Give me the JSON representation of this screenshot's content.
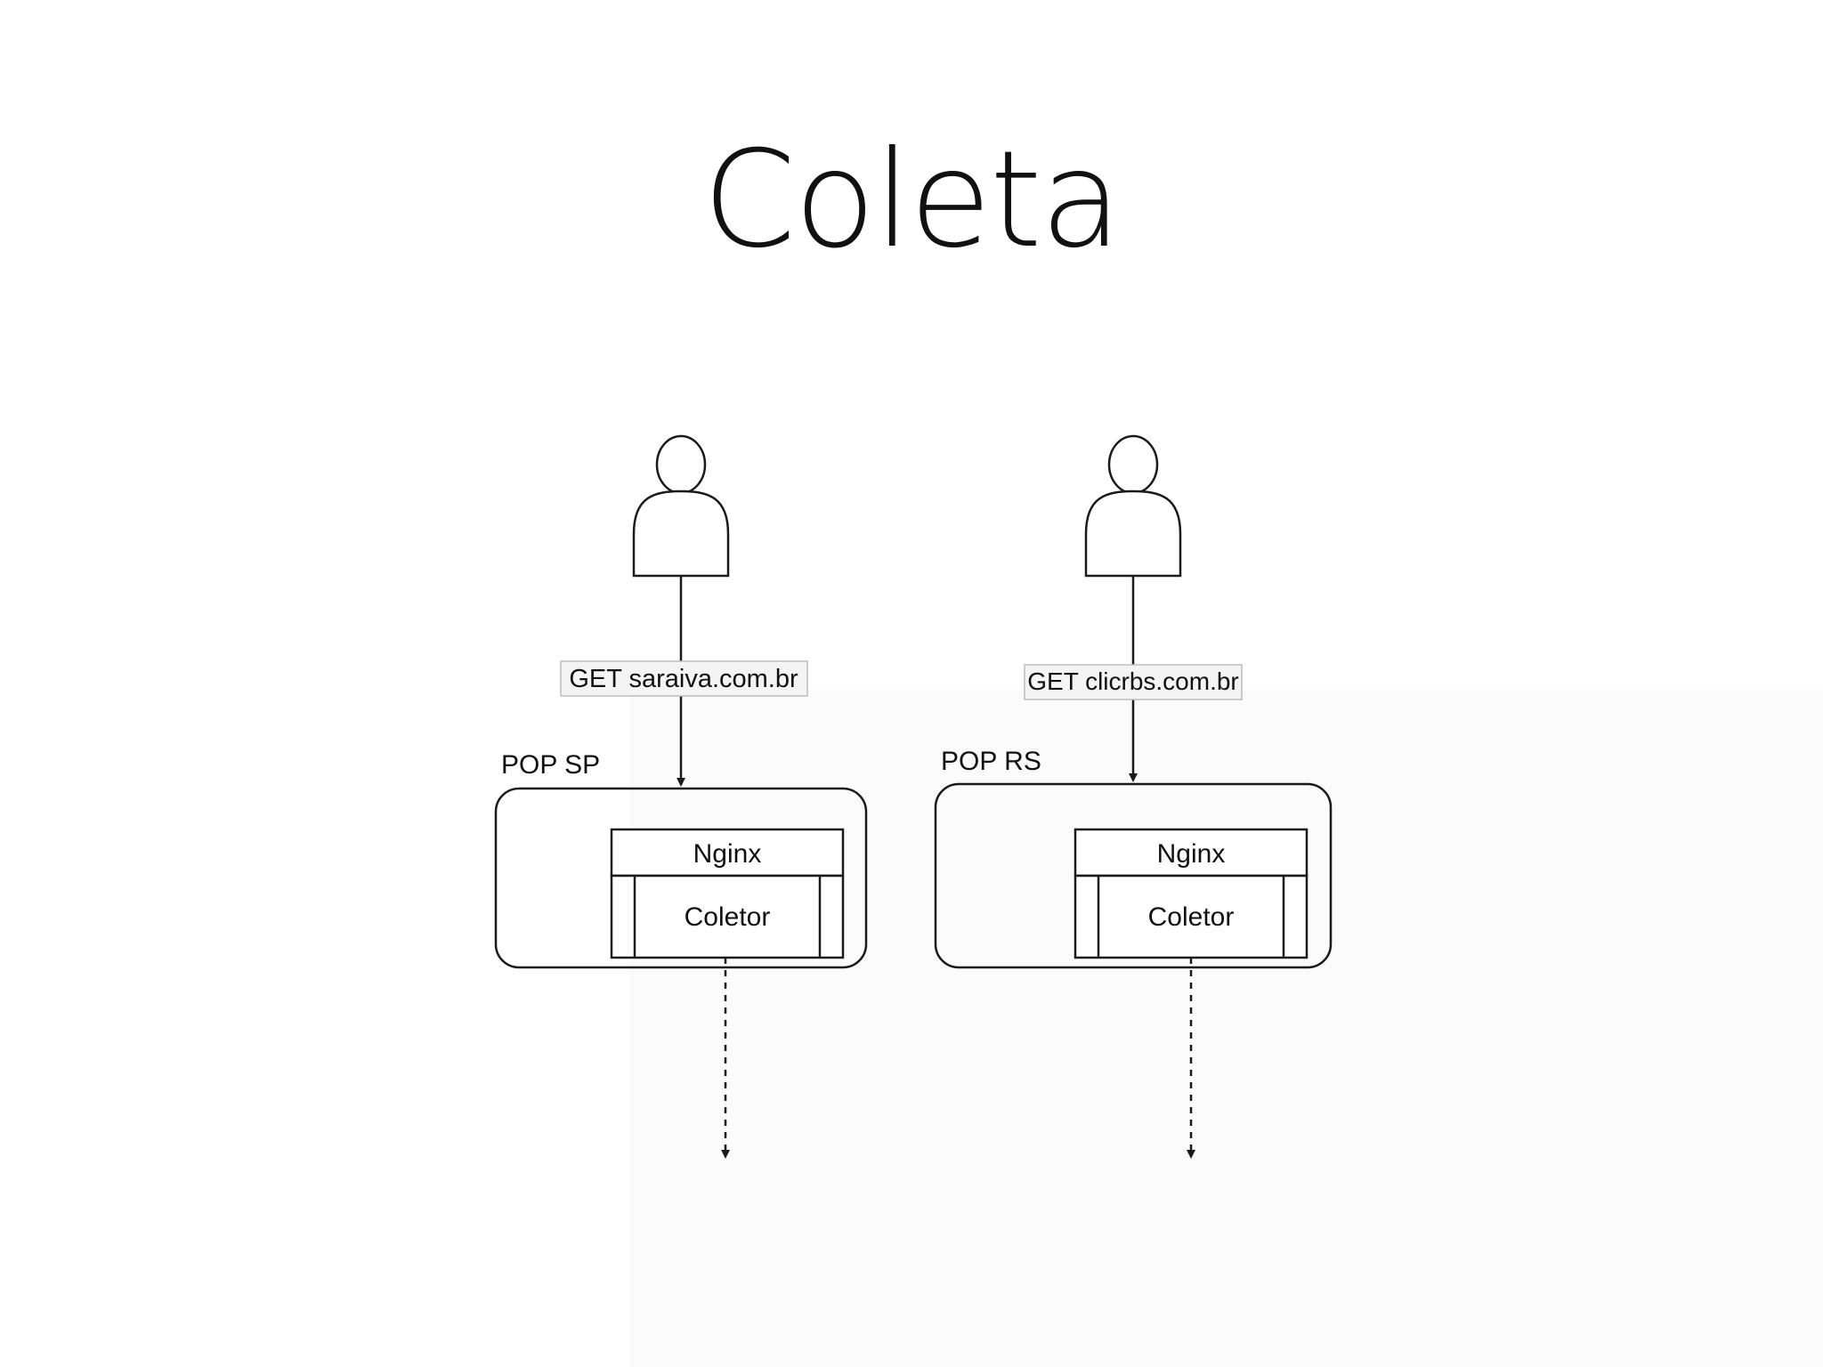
{
  "title": "Coleta",
  "pops": [
    {
      "label": "POP SP",
      "request": "GET saraiva.com.br",
      "proxy": "Nginx",
      "collector": "Coletor"
    },
    {
      "label": "POP RS",
      "request": "GET clicrbs.com.br",
      "proxy": "Nginx",
      "collector": "Coletor"
    }
  ],
  "colors": {
    "stroke": "#1a1a1a",
    "text": "#111111",
    "label_bg": "#f4f4f4",
    "label_border": "#bdbdbd"
  }
}
